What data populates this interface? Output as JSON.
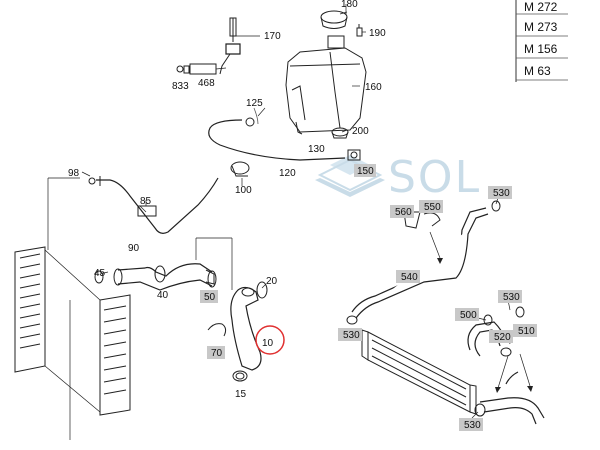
{
  "engine_models": [
    "M 272",
    "M 273",
    "M 156",
    "M 63"
  ],
  "watermark": "SOL",
  "plain_labels": {
    "p180": "180",
    "p170": "170",
    "p190": "190",
    "p160": "160",
    "p833": "833",
    "p468": "468",
    "p125": "125",
    "p200": "200",
    "p130": "130",
    "p120": "120",
    "p100": "100",
    "p98": "98",
    "p85": "85",
    "p90": "90",
    "p45": "45",
    "p40": "40",
    "p20": "20",
    "p10": "10",
    "p15": "15"
  },
  "boxed_labels": {
    "b150": "150",
    "b50": "50",
    "b70": "70",
    "b530a": "530",
    "b560": "560",
    "b550": "550",
    "b540": "540",
    "b530b": "530",
    "b500": "500",
    "b510": "510",
    "b520": "520",
    "b530c": "530",
    "b530d": "530"
  },
  "highlight": {
    "part": "10",
    "color": "#e03030"
  },
  "colors": {
    "label_box": "#c8c8c8",
    "line": "#222222",
    "watermark": "#c9dce8"
  }
}
